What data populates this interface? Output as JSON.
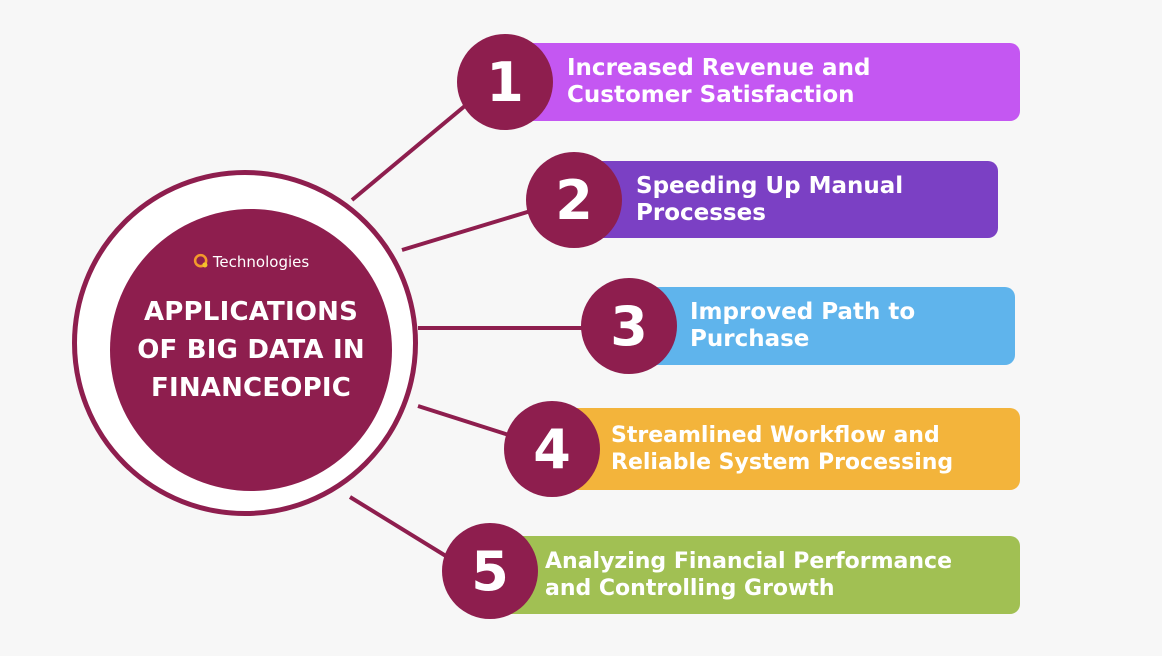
{
  "hub": {
    "brand": "Technologies",
    "title_lines": [
      "APPLICATIONS",
      "OF BIG DATA IN",
      "FINANCEOPIC"
    ],
    "color": "#8e1e4e"
  },
  "items": [
    {
      "number": "1",
      "line1": "Increased Revenue and",
      "line2": "Customer Satisfaction",
      "color": "#c457f2"
    },
    {
      "number": "2",
      "line1": "Speeding Up Manual",
      "line2": "Processes",
      "color": "#7b40c4"
    },
    {
      "number": "3",
      "line1": "Improved Path to",
      "line2": "Purchase",
      "color": "#5fb4ec"
    },
    {
      "number": "4",
      "line1": "Streamlined Workflow and",
      "line2": "Reliable System Processing",
      "color": "#f3b43b"
    },
    {
      "number": "5",
      "line1": "Analyzing Financial Performance",
      "line2": "and Controlling Growth",
      "color": "#a1c053"
    }
  ],
  "icons": {
    "brand": "brand-logo-icon"
  }
}
